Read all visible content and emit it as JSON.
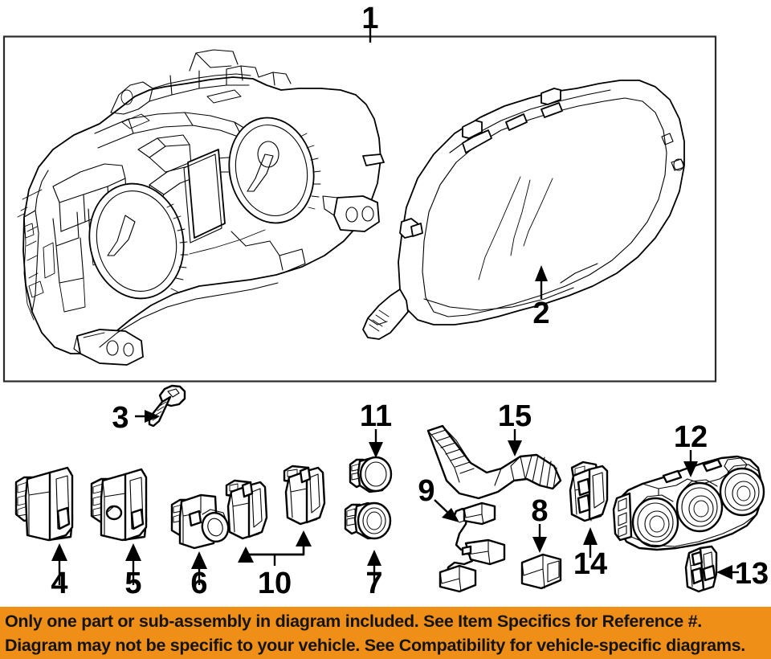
{
  "diagram": {
    "title": "Instrument cluster and dash switch exploded parts diagram",
    "frame": {
      "present": true
    },
    "callouts": [
      {
        "id": "1",
        "label": "1",
        "part": "instrument-cluster-assembly",
        "pointer": "tick-down"
      },
      {
        "id": "2",
        "label": "2",
        "part": "cluster-lens-cover",
        "pointer": "arrow-up"
      },
      {
        "id": "3",
        "label": "3",
        "part": "mounting-screw",
        "pointer": "arrow-right"
      },
      {
        "id": "4",
        "label": "4",
        "part": "dash-switch-large",
        "pointer": "arrow-up"
      },
      {
        "id": "5",
        "label": "5",
        "part": "dash-switch-medium",
        "pointer": "arrow-up"
      },
      {
        "id": "6",
        "label": "6",
        "part": "dash-switch-small",
        "pointer": "arrow-up"
      },
      {
        "id": "7",
        "label": "7",
        "part": "round-knob-switch-lower",
        "pointer": "arrow-up"
      },
      {
        "id": "8",
        "label": "8",
        "part": "relay-block",
        "pointer": "arrow-down"
      },
      {
        "id": "9",
        "label": "9",
        "part": "wiring-harness-connector",
        "pointer": "arrow-down-right"
      },
      {
        "id": "10",
        "label": "10",
        "part": "switch-pair-bracket",
        "pointer": "bracket-two-arrows-up"
      },
      {
        "id": "11",
        "label": "11",
        "part": "round-knob-switch-upper",
        "pointer": "arrow-down"
      },
      {
        "id": "12",
        "label": "12",
        "part": "heater-ac-control-unit",
        "pointer": "arrow-down"
      },
      {
        "id": "13",
        "label": "13",
        "part": "control-connector-right",
        "pointer": "arrow-left"
      },
      {
        "id": "14",
        "label": "14",
        "part": "control-connector-left",
        "pointer": "arrow-up"
      },
      {
        "id": "15",
        "label": "15",
        "part": "defroster-duct-hose",
        "pointer": "arrow-down"
      }
    ]
  },
  "banner": {
    "background_color": "#ef8f18",
    "text_color": "#141414",
    "line1": "Only one part or sub-assembly in diagram included. See Item Specifics for Reference #.",
    "line2": "Diagram may not be specific to your vehicle. See Compatibility for vehicle-specific diagrams."
  }
}
